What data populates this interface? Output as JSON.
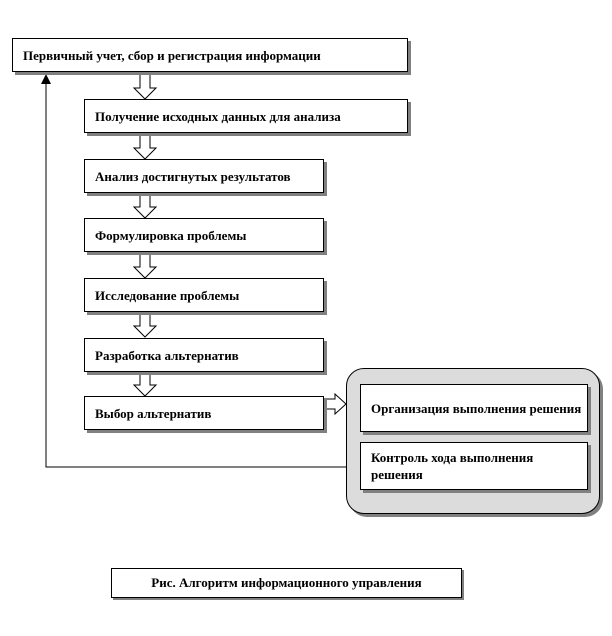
{
  "steps": [
    "Первичный учет, сбор и регистрация информации",
    "Получение исходных данных для анализа",
    "Анализ достигнутых результатов",
    "Формулировка проблемы",
    "Исследование проблемы",
    "Разработка альтернатив",
    "Выбор альтернатив"
  ],
  "execution_group": [
    "Организация выполнения решения",
    "Контроль хода выполнения решения"
  ],
  "caption": "Рис. Алгоритм информационного управления",
  "colors": {
    "border": "#000000",
    "shadow": "#808080",
    "group_fill": "#dcdcdc",
    "box_fill": "#ffffff"
  }
}
